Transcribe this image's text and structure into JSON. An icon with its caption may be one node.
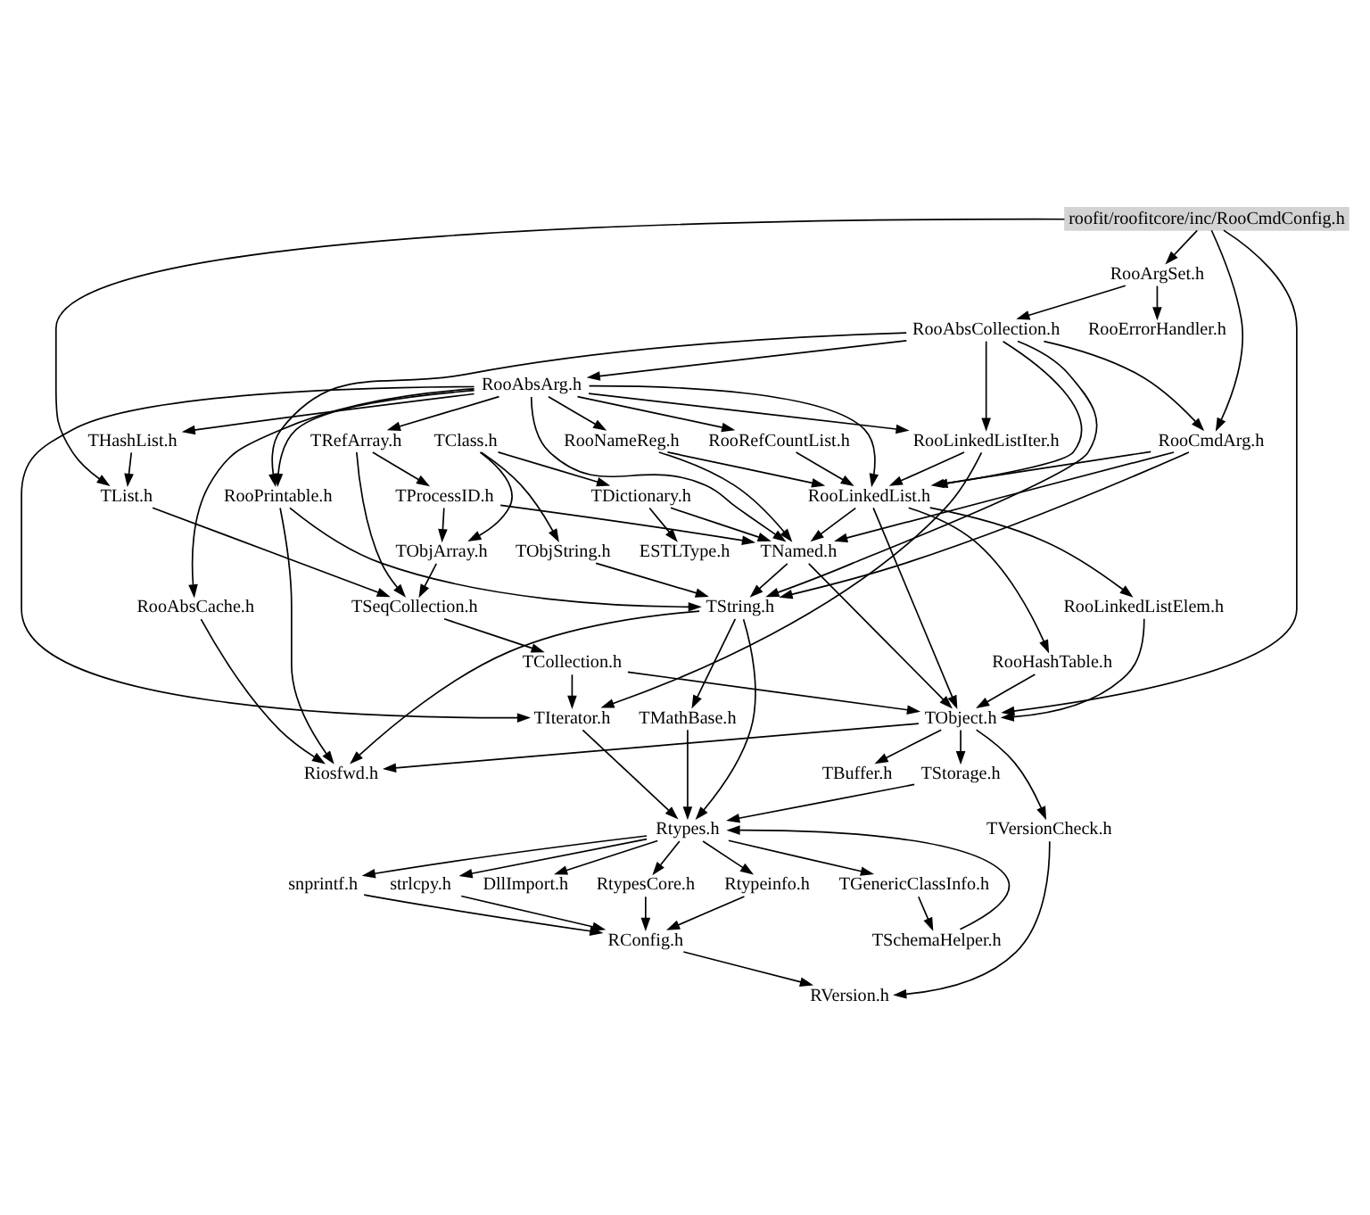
{
  "diagram": {
    "nodes": [
      {
        "text": [
          "roofit/roofitcore/inc/RooCmdConfig.h"
        ]
      },
      {
        "text": [
          "RooArgSet.h"
        ]
      },
      {
        "text": [
          "RooAbsCollection.h"
        ]
      },
      {
        "text": [
          "RooErrorHandler.h"
        ]
      },
      {
        "text": [
          "RooAbsArg.h"
        ]
      },
      {
        "text": [
          "RooRefCountList.h"
        ]
      },
      {
        "text": [
          "TRefArray.h"
        ]
      },
      {
        "text": [
          "THashList.h"
        ]
      },
      {
        "text": [
          "RooCmdArg.h"
        ]
      },
      {
        "text": [
          "TClass.h"
        ]
      },
      {
        "text": [
          "RooNameReg.h"
        ]
      },
      {
        "text": [
          "TProcessID.h"
        ]
      },
      {
        "text": [
          "RooLinkedListIter.h"
        ]
      },
      {
        "text": [
          "TDictionary.h"
        ]
      },
      {
        "text": [
          "RooLinkedList.h"
        ]
      },
      {
        "text": [
          "TObjArray.h"
        ]
      },
      {
        "text": [
          "TList.h"
        ]
      },
      {
        "text": [
          "ESTLType.h"
        ]
      },
      {
        "text": [
          "TNamed.h"
        ]
      },
      {
        "text": [
          "RooHashTable.h"
        ]
      },
      {
        "text": [
          "TSeqCollection.h"
        ]
      },
      {
        "text": [
          "RooPrintable.h"
        ]
      },
      {
        "text": [
          "TObjString.h"
        ]
      },
      {
        "text": [
          "RooLinkedListElem.h"
        ]
      },
      {
        "text": [
          "TCollection.h"
        ]
      },
      {
        "text": [
          "TString.h"
        ]
      },
      {
        "text": [
          "TObject.h"
        ]
      },
      {
        "text": [
          "RooAbsCache.h"
        ]
      },
      {
        "text": [
          "TIterator.h"
        ]
      },
      {
        "text": [
          "TMathBase.h"
        ]
      },
      {
        "text": [
          "Riosfwd.h"
        ]
      },
      {
        "text": [
          "TStorage.h"
        ]
      },
      {
        "text": [
          "TBuffer.h"
        ]
      },
      {
        "text": [
          "TVersionCheck.h"
        ]
      },
      {
        "text": [
          "Rtypes.h"
        ]
      },
      {
        "text": [
          "DllImport.h"
        ]
      },
      {
        "text": [
          "TGenericClassInfo.h"
        ]
      },
      {
        "text": [
          "Rtypeinfo.h"
        ]
      },
      {
        "text": [
          "snprintf.h"
        ]
      },
      {
        "text": [
          "strlcpy.h"
        ]
      },
      {
        "text": [
          "RtypesCore.h"
        ]
      },
      {
        "text": [
          "TSchemaHelper.h"
        ]
      },
      {
        "text": [
          "RConfig.h"
        ]
      },
      {
        "text": [
          "RVersion.h"
        ]
      }
    ],
    "edges": [
      {
        "from": 0,
        "to": 1,
        "arrow": "to"
      },
      {
        "from": 0,
        "to": 8,
        "arrow": "to"
      },
      {
        "from": 0,
        "to": 16,
        "arrow": "to"
      },
      {
        "from": 0,
        "to": 26,
        "arrow": "to"
      },
      {
        "from": 1,
        "to": 2,
        "arrow": "to"
      },
      {
        "from": 1,
        "to": 3,
        "arrow": "to"
      },
      {
        "from": 2,
        "to": 4,
        "arrow": "to"
      },
      {
        "from": 2,
        "to": 21,
        "arrow": "to"
      },
      {
        "from": 2,
        "to": 14,
        "arrow": "to"
      },
      {
        "from": 2,
        "to": 12,
        "arrow": "to"
      },
      {
        "from": 2,
        "to": 25,
        "arrow": "to"
      },
      {
        "from": 2,
        "to": 8,
        "arrow": "to"
      },
      {
        "from": 4,
        "to": 5,
        "arrow": "to"
      },
      {
        "from": 4,
        "to": 6,
        "arrow": "to"
      },
      {
        "from": 4,
        "to": 7,
        "arrow": "to"
      },
      {
        "from": 4,
        "to": 10,
        "arrow": "to"
      },
      {
        "from": 4,
        "to": 14,
        "arrow": "to"
      },
      {
        "from": 4,
        "to": 12,
        "arrow": "to"
      },
      {
        "from": 4,
        "to": 27,
        "arrow": "to"
      },
      {
        "from": 4,
        "to": 18,
        "arrow": "to"
      },
      {
        "from": 4,
        "to": 21,
        "arrow": "to"
      },
      {
        "from": 4,
        "to": 28,
        "arrow": "to"
      },
      {
        "from": 5,
        "to": 14,
        "arrow": "to"
      },
      {
        "from": 6,
        "to": 11,
        "arrow": "to"
      },
      {
        "from": 6,
        "to": 20,
        "arrow": "to"
      },
      {
        "from": 7,
        "to": 16,
        "arrow": "to"
      },
      {
        "from": 8,
        "to": 18,
        "arrow": "to"
      },
      {
        "from": 8,
        "to": 25,
        "arrow": "to"
      },
      {
        "from": 8,
        "to": 14,
        "arrow": "to"
      },
      {
        "from": 9,
        "to": 13,
        "arrow": "to"
      },
      {
        "from": 9,
        "to": 15,
        "arrow": "to"
      },
      {
        "from": 9,
        "to": 22,
        "arrow": "to"
      },
      {
        "from": 10,
        "to": 14,
        "arrow": "to"
      },
      {
        "from": 10,
        "to": 18,
        "arrow": "to"
      },
      {
        "from": 11,
        "to": 15,
        "arrow": "to"
      },
      {
        "from": 11,
        "to": 18,
        "arrow": "to"
      },
      {
        "from": 12,
        "to": 14,
        "arrow": "to"
      },
      {
        "from": 12,
        "to": 28,
        "arrow": "to"
      },
      {
        "from": 13,
        "to": 18,
        "arrow": "to"
      },
      {
        "from": 13,
        "to": 17,
        "arrow": "to"
      },
      {
        "from": 14,
        "to": 19,
        "arrow": "to"
      },
      {
        "from": 14,
        "to": 23,
        "arrow": "to"
      },
      {
        "from": 14,
        "to": 18,
        "arrow": "to"
      },
      {
        "from": 14,
        "to": 26,
        "arrow": "to"
      },
      {
        "from": 15,
        "to": 20,
        "arrow": "to"
      },
      {
        "from": 16,
        "to": 20,
        "arrow": "to"
      },
      {
        "from": 18,
        "to": 26,
        "arrow": "to"
      },
      {
        "from": 18,
        "to": 25,
        "arrow": "to"
      },
      {
        "from": 19,
        "to": 26,
        "arrow": "to"
      },
      {
        "from": 20,
        "to": 24,
        "arrow": "to"
      },
      {
        "from": 21,
        "to": 25,
        "arrow": "to"
      },
      {
        "from": 21,
        "to": 30,
        "arrow": "to"
      },
      {
        "from": 22,
        "to": 25,
        "arrow": "to"
      },
      {
        "from": 23,
        "to": 26,
        "arrow": "to"
      },
      {
        "from": 24,
        "to": 26,
        "arrow": "to"
      },
      {
        "from": 24,
        "to": 28,
        "arrow": "to"
      },
      {
        "from": 25,
        "to": 30,
        "arrow": "to"
      },
      {
        "from": 25,
        "to": 29,
        "arrow": "to"
      },
      {
        "from": 25,
        "to": 34,
        "arrow": "to"
      },
      {
        "from": 26,
        "to": 30,
        "arrow": "to"
      },
      {
        "from": 26,
        "to": 31,
        "arrow": "to"
      },
      {
        "from": 26,
        "to": 32,
        "arrow": "to"
      },
      {
        "from": 26,
        "to": 33,
        "arrow": "to"
      },
      {
        "from": 27,
        "to": 30,
        "arrow": "to"
      },
      {
        "from": 28,
        "to": 34,
        "arrow": "to"
      },
      {
        "from": 29,
        "to": 34,
        "arrow": "to"
      },
      {
        "from": 31,
        "to": 34,
        "arrow": "to"
      },
      {
        "from": 33,
        "to": 43,
        "arrow": "to"
      },
      {
        "from": 34,
        "to": 35,
        "arrow": "to"
      },
      {
        "from": 34,
        "to": 36,
        "arrow": "to"
      },
      {
        "from": 34,
        "to": 37,
        "arrow": "to"
      },
      {
        "from": 34,
        "to": 38,
        "arrow": "to"
      },
      {
        "from": 34,
        "to": 39,
        "arrow": "to"
      },
      {
        "from": 34,
        "to": 40,
        "arrow": "to"
      },
      {
        "from": 36,
        "to": 41,
        "arrow": "to"
      },
      {
        "from": 41,
        "to": 34,
        "arrow": "to"
      },
      {
        "from": 37,
        "to": 42,
        "arrow": "to"
      },
      {
        "from": 38,
        "to": 42,
        "arrow": "to"
      },
      {
        "from": 39,
        "to": 42,
        "arrow": "to"
      },
      {
        "from": 40,
        "to": 42,
        "arrow": "to"
      },
      {
        "from": 42,
        "to": 43,
        "arrow": "to"
      }
    ]
  }
}
